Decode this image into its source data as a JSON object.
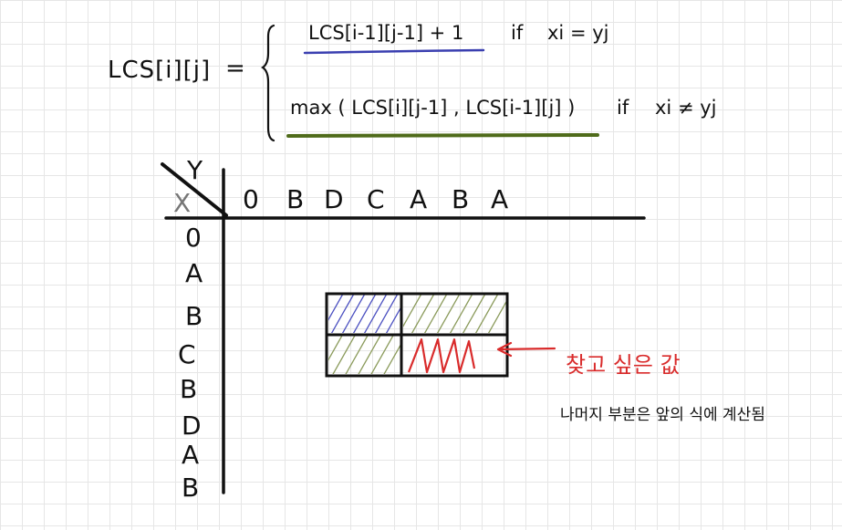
{
  "formula": {
    "lhs": "LCS[i][j]",
    "equals": "=",
    "case1": {
      "expr": "LCS[i-1][j-1] + 1",
      "cond_kw": "if",
      "cond": "xi = yj"
    },
    "case2": {
      "expr": "max ( LCS[i][j-1] , LCS[i-1][j] )",
      "cond_kw": "if",
      "cond": "xi ≠ yj"
    }
  },
  "table": {
    "y_label": "Y",
    "x_label": "X",
    "col_headers": [
      "0",
      "B",
      "D",
      "C",
      "A",
      "B",
      "A"
    ],
    "row_headers": [
      "0",
      "A",
      "B",
      "C",
      "B",
      "D",
      "A",
      "B"
    ]
  },
  "annotations": {
    "target_label": "찾고 싶은 값",
    "note": "나머지 부분은 앞의 식에 계산됨"
  },
  "colors": {
    "ink": "#111111",
    "blue_underline": "#3a3fb0",
    "green_underline": "#4f6b1a",
    "blue_hatch": "#4a4fc0",
    "green_hatch": "#8a9a5a",
    "red": "#d92b2b",
    "grid": "#e6e6e6"
  }
}
